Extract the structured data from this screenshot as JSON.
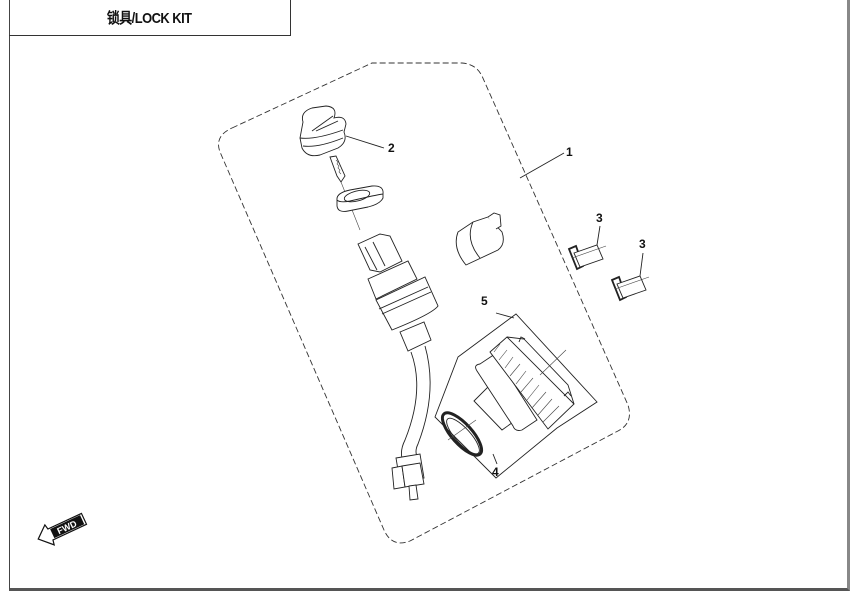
{
  "header": {
    "title": "锁具/LOCK KIT"
  },
  "diagram": {
    "callouts": [
      {
        "id": "1",
        "label": "1",
        "part": "lock-kit-assembly"
      },
      {
        "id": "2",
        "label": "2",
        "part": "ignition-key"
      },
      {
        "id": "3a",
        "label": "3",
        "part": "sleeve"
      },
      {
        "id": "3b",
        "label": "3",
        "part": "sleeve"
      },
      {
        "id": "4",
        "label": "4",
        "part": "seal-ring"
      },
      {
        "id": "5",
        "label": "5",
        "part": "fuel-cap-lock"
      }
    ],
    "direction_marker": {
      "label": "FWD"
    }
  },
  "colors": {
    "line": "#222222",
    "background": "#ffffff",
    "frame_right": "#888888",
    "frame_bottom": "#555555"
  }
}
